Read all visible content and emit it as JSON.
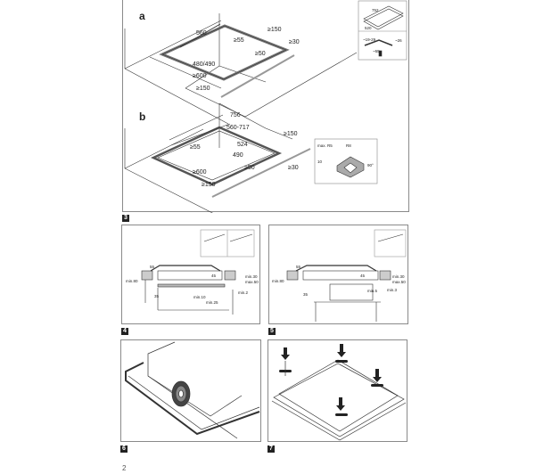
{
  "figure3": {
    "badge": "3",
    "a": {
      "label": "a",
      "dims": [
        "560",
        "≥55",
        "≥150",
        "≥30",
        "≥50",
        "480/490",
        "≥600",
        "≥150"
      ],
      "inset_top": [
        "752",
        "520"
      ],
      "inset_bottom": [
        "~19-29",
        "~26",
        "~55"
      ]
    },
    "b": {
      "label": "b",
      "dims": [
        "756",
        "560-717",
        "524",
        "490",
        "≥55",
        "≥150",
        "≥50",
        "≥30",
        "≥600",
        "≥150"
      ],
      "inset": [
        "max. R5",
        "R8",
        "10",
        "90°"
      ]
    }
  },
  "figure4": {
    "badge": "4",
    "dims": [
      "55",
      "min.80",
      "45",
      "min.30",
      "max.50",
      "35",
      "min.10",
      "min.25",
      "min.2"
    ]
  },
  "figure5": {
    "badge": "5",
    "dims": [
      "55",
      "min.80",
      "45",
      "min.30",
      "max.50",
      "35",
      "min.5",
      "min.3"
    ]
  },
  "figure6": {
    "badge": "6"
  },
  "figure7": {
    "badge": "7"
  },
  "page_number": "2"
}
